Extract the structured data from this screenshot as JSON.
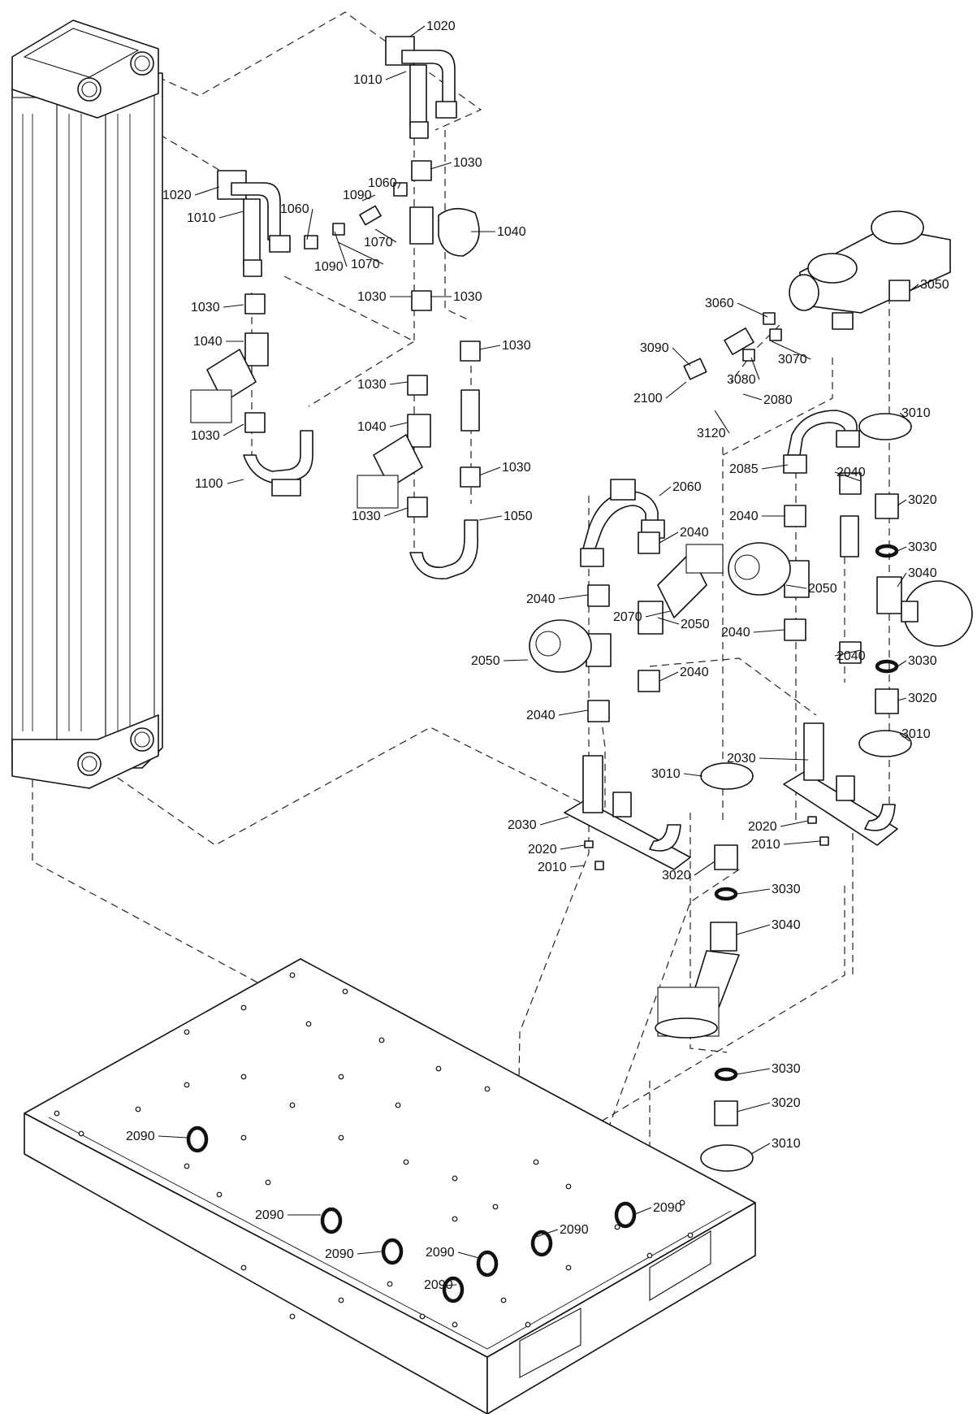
{
  "diagram": {
    "type": "exploded-assembly-drawing",
    "callouts": [
      "1010",
      "1010",
      "1020",
      "1020",
      "1030",
      "1030",
      "1030",
      "1030",
      "1030",
      "1030",
      "1030",
      "1030",
      "1030",
      "1040",
      "1040",
      "1040",
      "1050",
      "1060",
      "1060",
      "1070",
      "1070",
      "1090",
      "1090",
      "1100",
      "2010",
      "2010",
      "2020",
      "2020",
      "2030",
      "2030",
      "2040",
      "2040",
      "2040",
      "2040",
      "2040",
      "2040",
      "2040",
      "2040",
      "2050",
      "2050",
      "2050",
      "2060",
      "2070",
      "2080",
      "2085",
      "2090",
      "2090",
      "2090",
      "2090",
      "2090",
      "2090",
      "2090",
      "2100",
      "3010",
      "3010",
      "3010",
      "3010",
      "3020",
      "3020",
      "3020",
      "3020",
      "3030",
      "3030",
      "3030",
      "3030",
      "3040",
      "3040",
      "3050",
      "3060",
      "3070",
      "3080",
      "3090",
      "3120"
    ]
  }
}
